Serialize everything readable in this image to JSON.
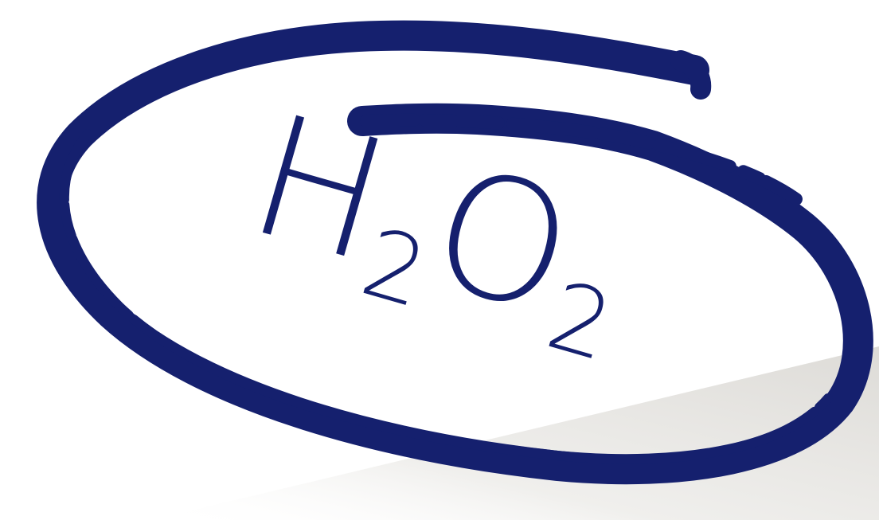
{
  "formula": {
    "element_1": "H",
    "subscript_1": "2",
    "element_2": "O",
    "subscript_2": "2"
  },
  "colors": {
    "ink": "#15206e",
    "background": "#ffffff",
    "paper_grey": "#e6e4e1"
  }
}
